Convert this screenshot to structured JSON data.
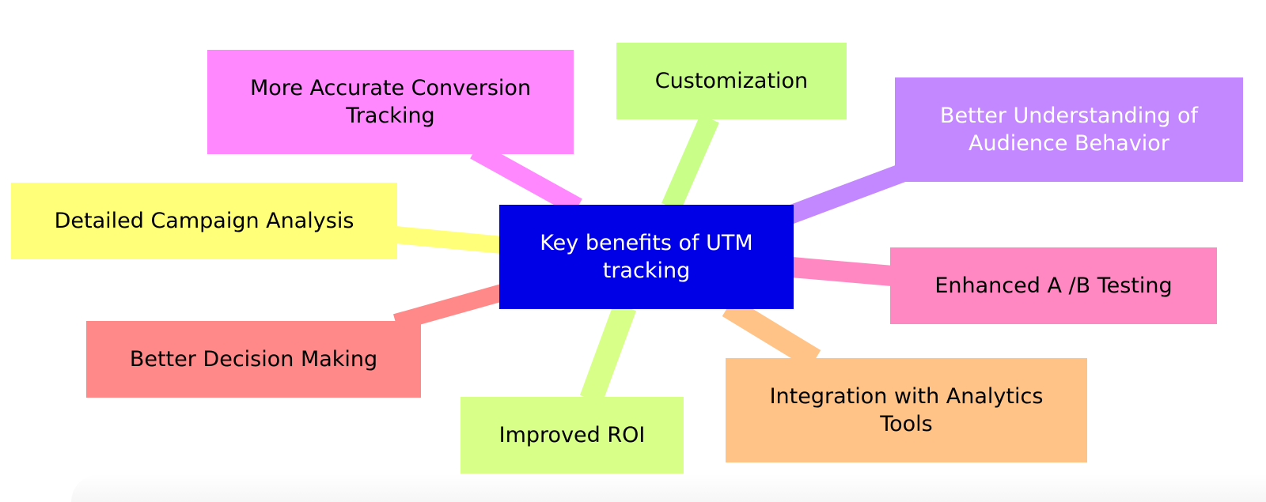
{
  "diagram": {
    "type": "mindmap",
    "root": {
      "id": "root",
      "label": "Key benefits of UTM tracking",
      "lines": [
        "Key benefits of UTM",
        "tracking"
      ],
      "fill": "#0000e6",
      "text_color": "#ffffff"
    },
    "children": [
      {
        "id": "conversion",
        "lines": [
          "More Accurate Conversion",
          "Tracking"
        ],
        "fill": "#ff88ff",
        "text_color": "#000000"
      },
      {
        "id": "customization",
        "lines": [
          "Customization"
        ],
        "fill": "#c9ff88",
        "text_color": "#000000"
      },
      {
        "id": "audience",
        "lines": [
          "Better Understanding of",
          "Audience Behavior"
        ],
        "fill": "#c388ff",
        "text_color": "#ffffff"
      },
      {
        "id": "campaign",
        "lines": [
          "Detailed Campaign Analysis"
        ],
        "fill": "#ffff7a",
        "text_color": "#000000"
      },
      {
        "id": "abtesting",
        "lines": [
          "Enhanced A /B Testing"
        ],
        "fill": "#ff88c3",
        "text_color": "#000000"
      },
      {
        "id": "decision",
        "lines": [
          "Better Decision Making"
        ],
        "fill": "#ff8888",
        "text_color": "#000000"
      },
      {
        "id": "integration",
        "lines": [
          "Integration with Analytics",
          "Tools"
        ],
        "fill": "#ffc388",
        "text_color": "#000000"
      },
      {
        "id": "roi",
        "lines": [
          "Improved ROI"
        ],
        "fill": "#d8ff88",
        "text_color": "#000000"
      }
    ]
  }
}
